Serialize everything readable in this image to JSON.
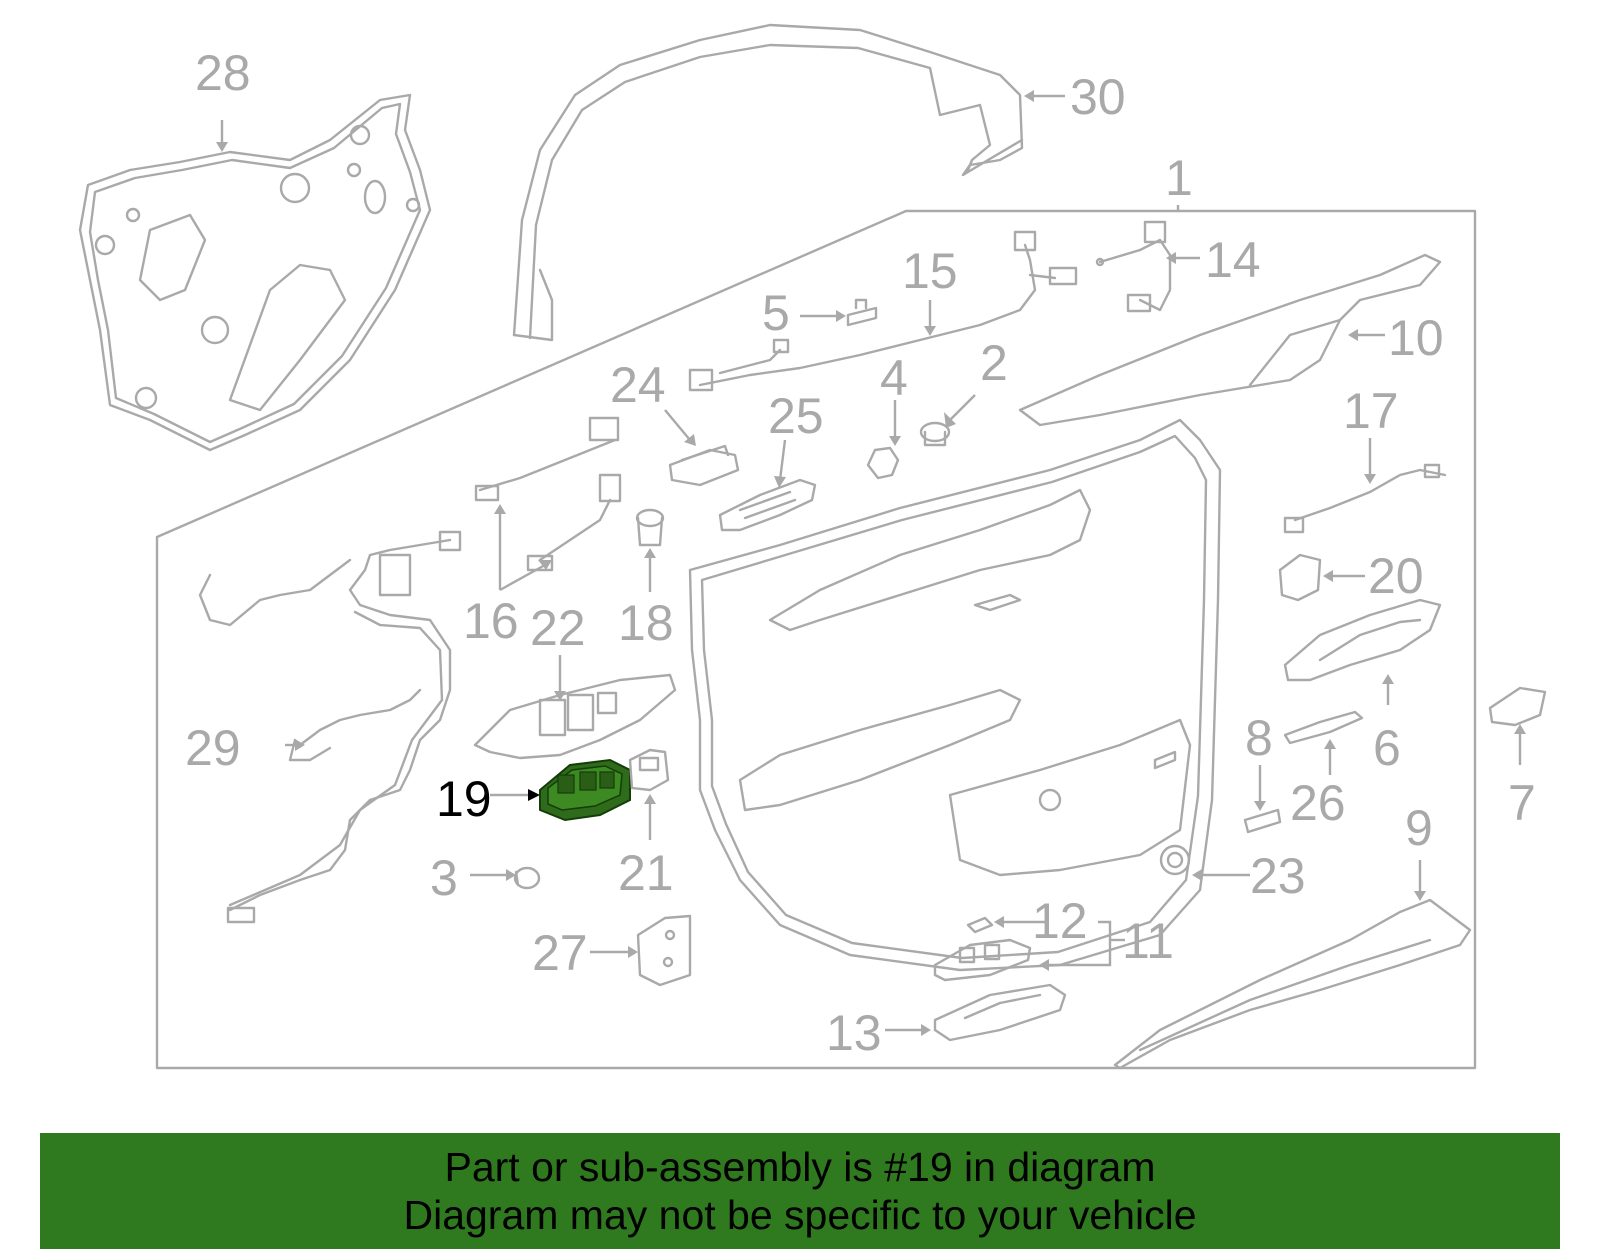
{
  "diagram": {
    "highlighted_part": "19",
    "colors": {
      "line_art": "#a9a9a9",
      "highlight": "#2e6b1a",
      "banner": "#2f7a1f",
      "text": "#000000"
    },
    "callouts": [
      {
        "id": "1",
        "label": "1"
      },
      {
        "id": "2",
        "label": "2"
      },
      {
        "id": "3",
        "label": "3"
      },
      {
        "id": "4",
        "label": "4"
      },
      {
        "id": "5",
        "label": "5"
      },
      {
        "id": "6",
        "label": "6"
      },
      {
        "id": "7",
        "label": "7"
      },
      {
        "id": "8",
        "label": "8"
      },
      {
        "id": "9",
        "label": "9"
      },
      {
        "id": "10",
        "label": "10"
      },
      {
        "id": "11",
        "label": "11"
      },
      {
        "id": "12",
        "label": "12"
      },
      {
        "id": "13",
        "label": "13"
      },
      {
        "id": "14",
        "label": "14"
      },
      {
        "id": "15",
        "label": "15"
      },
      {
        "id": "16",
        "label": "16"
      },
      {
        "id": "17",
        "label": "17"
      },
      {
        "id": "18",
        "label": "18"
      },
      {
        "id": "19",
        "label": "19"
      },
      {
        "id": "20",
        "label": "20"
      },
      {
        "id": "21",
        "label": "21"
      },
      {
        "id": "22",
        "label": "22"
      },
      {
        "id": "23",
        "label": "23"
      },
      {
        "id": "24",
        "label": "24"
      },
      {
        "id": "25",
        "label": "25"
      },
      {
        "id": "26",
        "label": "26"
      },
      {
        "id": "27",
        "label": "27"
      },
      {
        "id": "28",
        "label": "28"
      },
      {
        "id": "29",
        "label": "29"
      },
      {
        "id": "30",
        "label": "30"
      }
    ]
  },
  "banner": {
    "line1": "Part or sub-assembly is #19 in diagram",
    "line2": "Diagram may not be specific to your vehicle"
  }
}
